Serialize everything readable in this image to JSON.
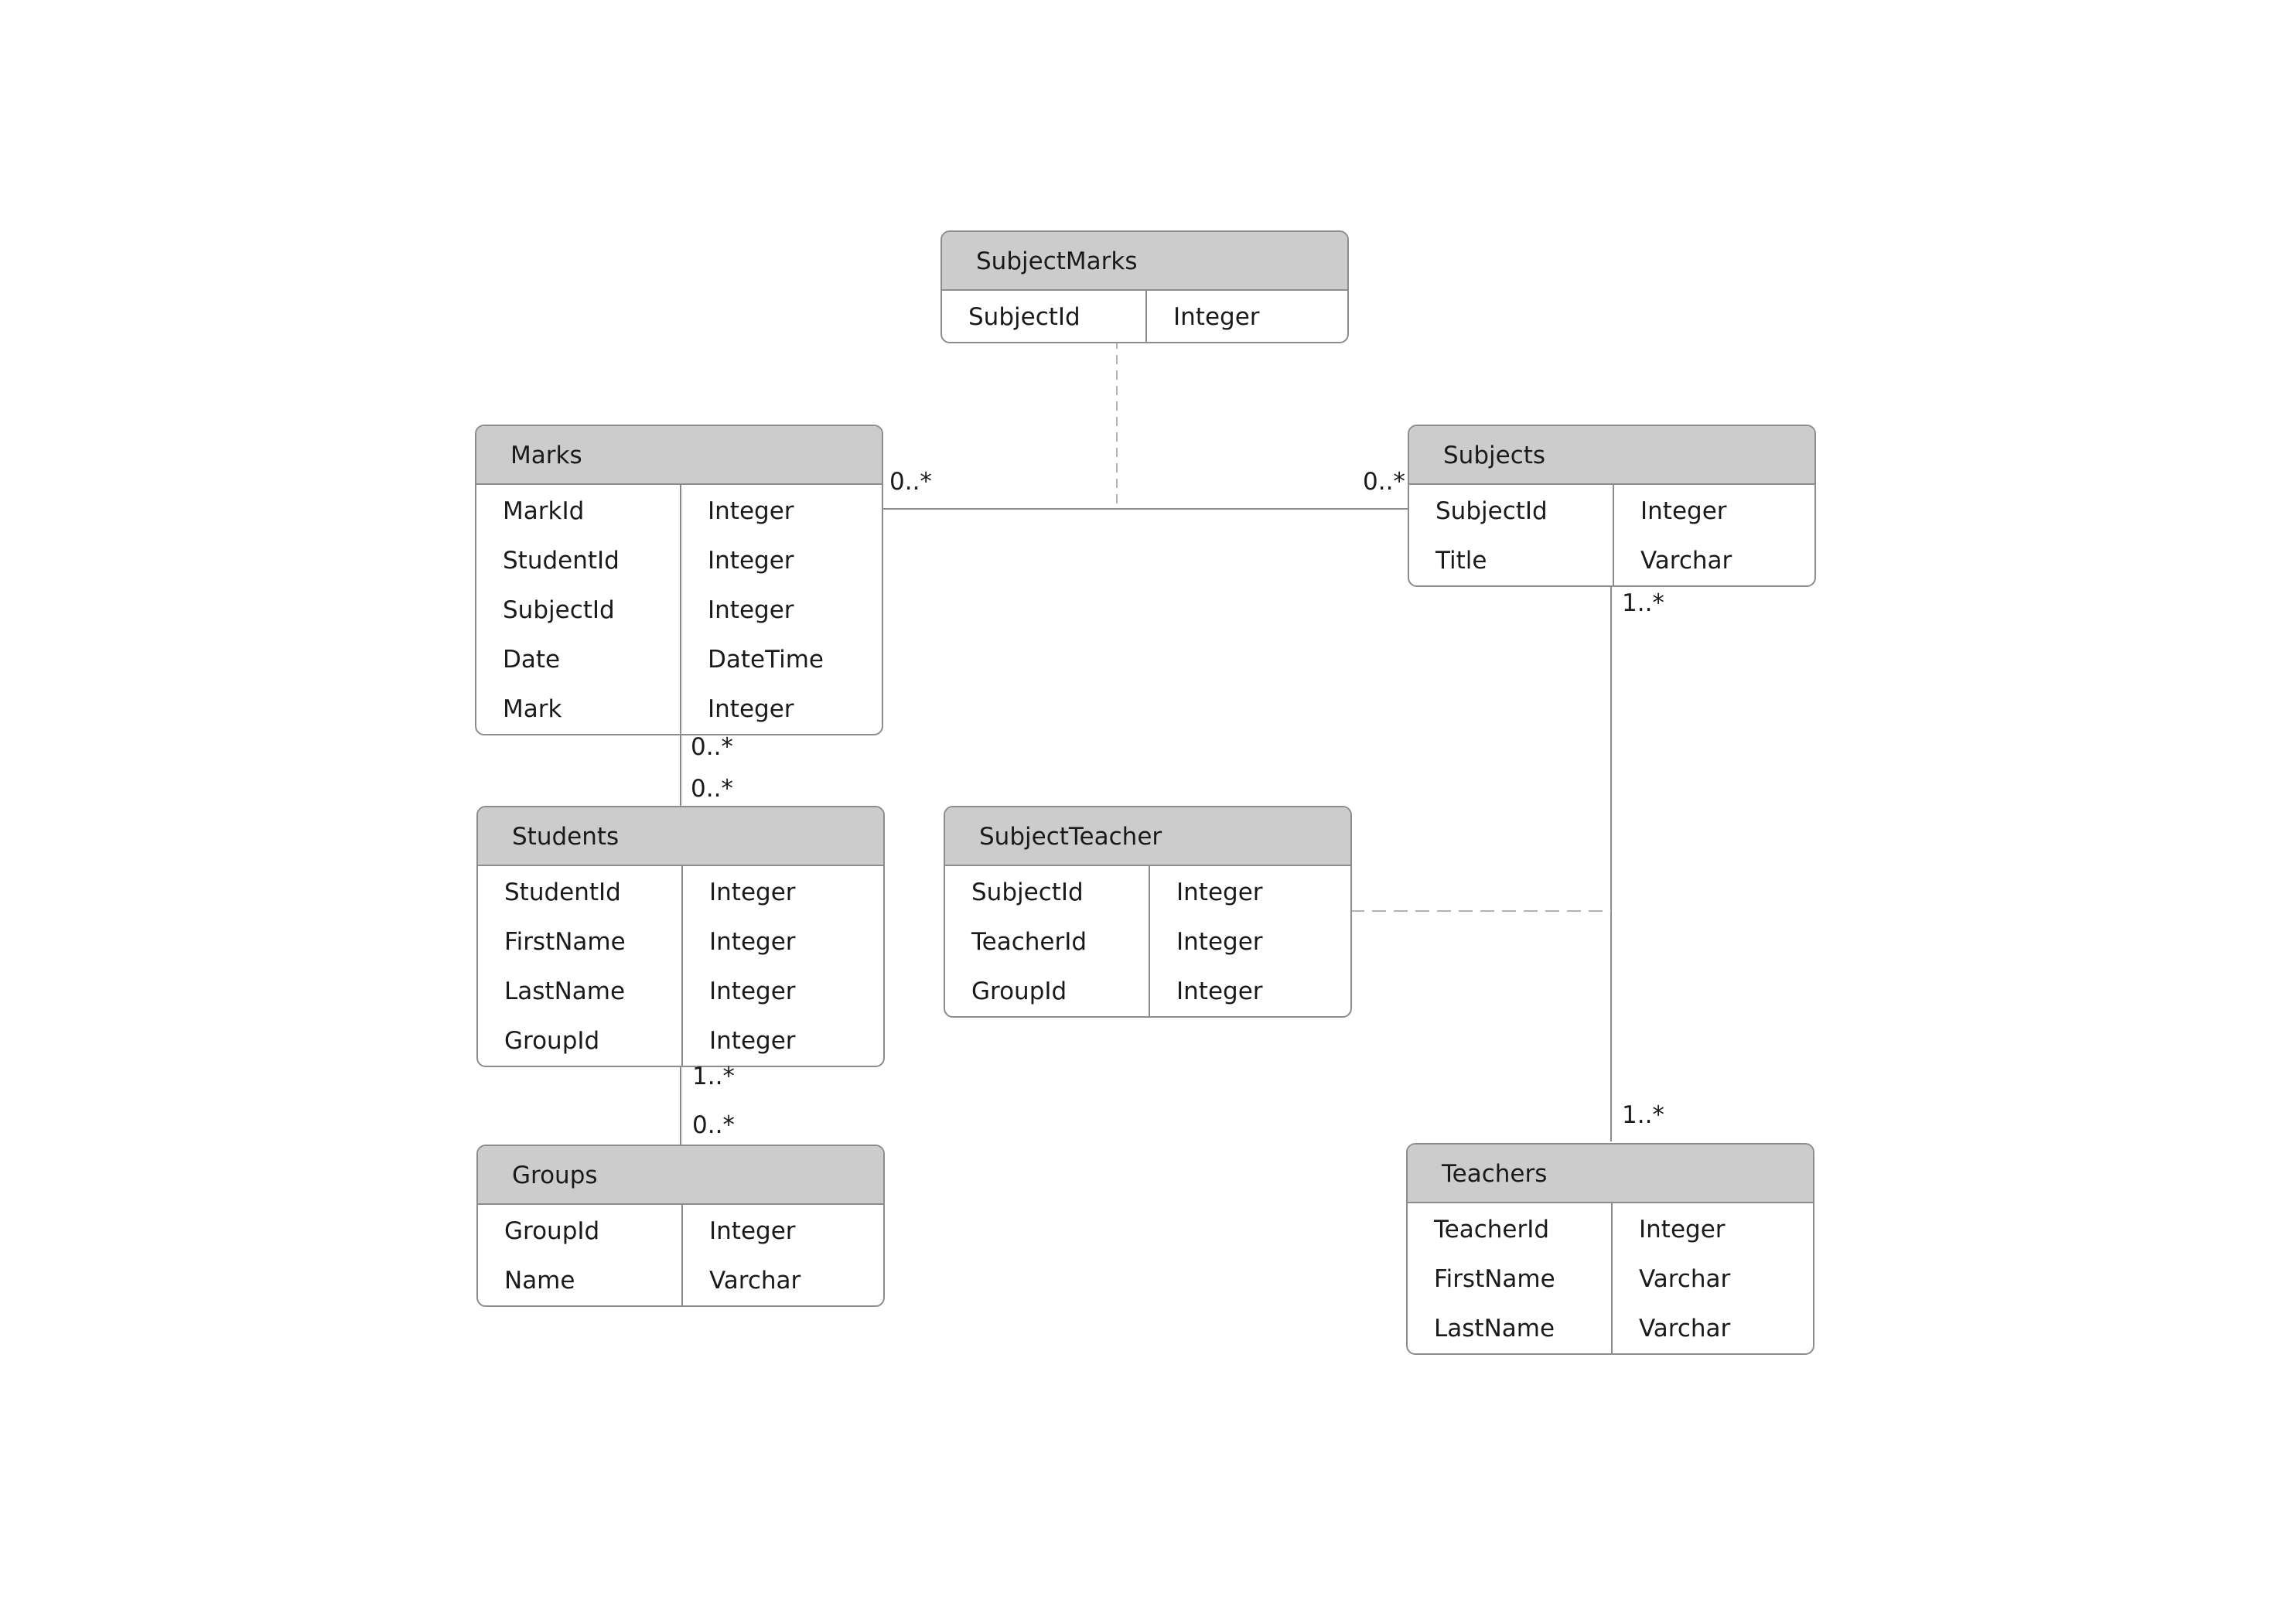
{
  "entities": {
    "subject_marks": {
      "name": "SubjectMarks",
      "attributes": [
        {
          "name": "SubjectId",
          "type": "Integer"
        }
      ]
    },
    "marks": {
      "name": "Marks",
      "attributes": [
        {
          "name": "MarkId",
          "type": "Integer"
        },
        {
          "name": "StudentId",
          "type": "Integer"
        },
        {
          "name": "SubjectId",
          "type": "Integer"
        },
        {
          "name": "Date",
          "type": "DateTime"
        },
        {
          "name": "Mark",
          "type": "Integer"
        }
      ]
    },
    "subjects": {
      "name": "Subjects",
      "attributes": [
        {
          "name": "SubjectId",
          "type": "Integer"
        },
        {
          "name": "Title",
          "type": "Varchar"
        }
      ]
    },
    "students": {
      "name": "Students",
      "attributes": [
        {
          "name": "StudentId",
          "type": "Integer"
        },
        {
          "name": "FirstName",
          "type": "Integer"
        },
        {
          "name": "LastName",
          "type": "Integer"
        },
        {
          "name": "GroupId",
          "type": "Integer"
        }
      ]
    },
    "subject_teacher": {
      "name": "SubjectTeacher",
      "attributes": [
        {
          "name": "SubjectId",
          "type": "Integer"
        },
        {
          "name": "TeacherId",
          "type": "Integer"
        },
        {
          "name": "GroupId",
          "type": "Integer"
        }
      ]
    },
    "groups": {
      "name": "Groups",
      "attributes": [
        {
          "name": "GroupId",
          "type": "Integer"
        },
        {
          "name": "Name",
          "type": "Varchar"
        }
      ]
    },
    "teachers": {
      "name": "Teachers",
      "attributes": [
        {
          "name": "TeacherId",
          "type": "Integer"
        },
        {
          "name": "FirstName",
          "type": "Varchar"
        },
        {
          "name": "LastName",
          "type": "Varchar"
        }
      ]
    }
  },
  "relationships": {
    "marks_subjects": {
      "from": "Marks",
      "to": "Subjects",
      "from_label": "0..*",
      "to_label": "0..*",
      "association_class": "SubjectMarks"
    },
    "marks_students": {
      "from": "Marks",
      "to": "Students",
      "from_label": "0..*",
      "to_label": "0..*"
    },
    "students_groups": {
      "from": "Students",
      "to": "Groups",
      "from_label": "1..*",
      "to_label": "0..*"
    },
    "subjects_teachers": {
      "from": "Subjects",
      "to": "Teachers",
      "from_label": "1..*",
      "to_label": "1..*",
      "association_class": "SubjectTeacher"
    }
  },
  "colors": {
    "header_fill": "#cccccc",
    "border": "#8c8c8c",
    "line": "#8c8c8c",
    "dashed_line": "#b3b3b3",
    "text": "#1a1a1a"
  }
}
